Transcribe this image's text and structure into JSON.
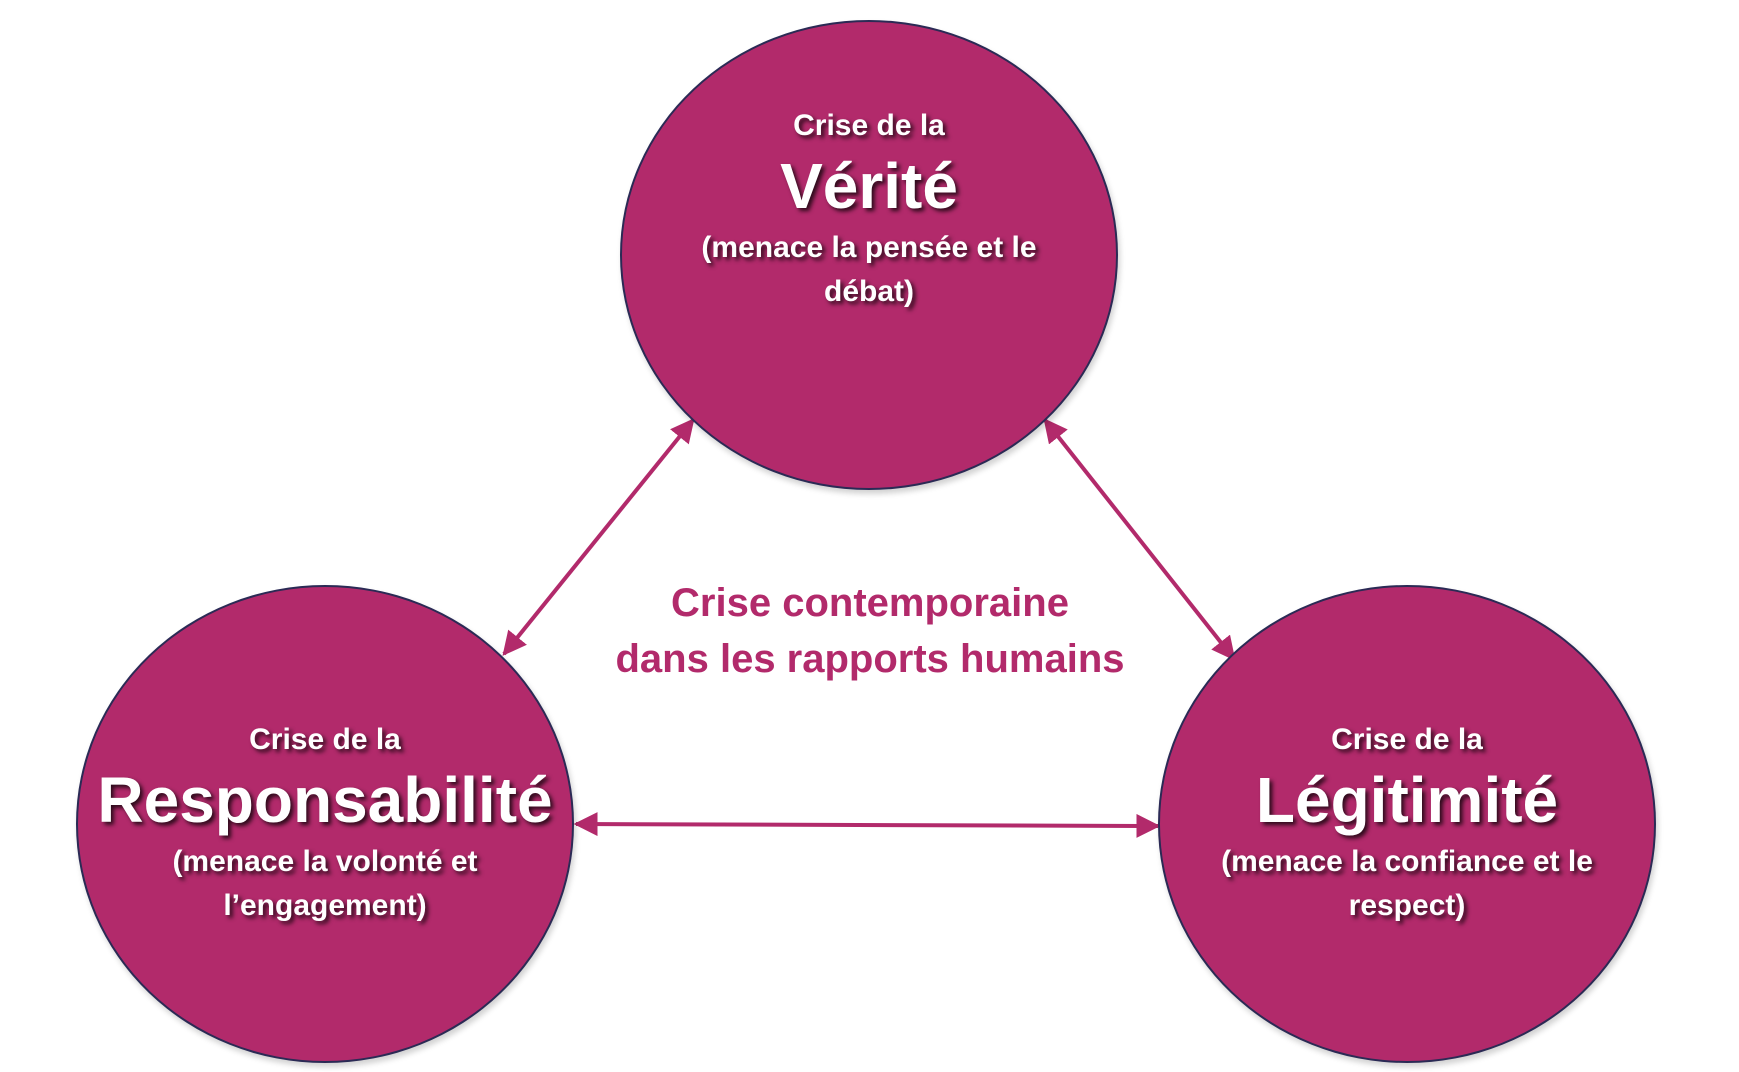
{
  "center": {
    "line1": "Crise contemporaine",
    "line2": "dans les rapports humains"
  },
  "nodes": {
    "verite": {
      "prefix": "Crise de la",
      "title": "Vérité",
      "subtitle": "(menace la pensée et le débat)"
    },
    "responsabilite": {
      "prefix": "Crise de la",
      "title": "Responsabilité",
      "subtitle": "(menace la volonté et l’engagement)"
    },
    "legitimite": {
      "prefix": "Crise de la",
      "title": "Légitimité",
      "subtitle": "(menace la confiance et le respect)"
    }
  },
  "colors": {
    "node_fill": "#b22a6b",
    "node_border": "#2b2a55",
    "arrow": "#b22a6b",
    "center_text": "#b22a6b"
  }
}
